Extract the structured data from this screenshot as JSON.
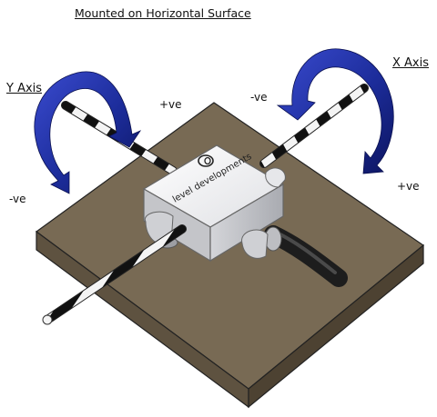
{
  "title": "Mounted on Horizontal Surface",
  "y_axis": {
    "label": "Y Axis",
    "positive": "+ve",
    "negative": "-ve"
  },
  "x_axis": {
    "label": "X Axis",
    "positive": "+ve",
    "negative": "-ve"
  },
  "device": {
    "brand": "level developments"
  },
  "colors": {
    "arrow": "#1c2c9a",
    "plate": "#786a54",
    "plate_edge": "#4d4232",
    "housing": "#d7d8dc",
    "cable": "#222222"
  }
}
